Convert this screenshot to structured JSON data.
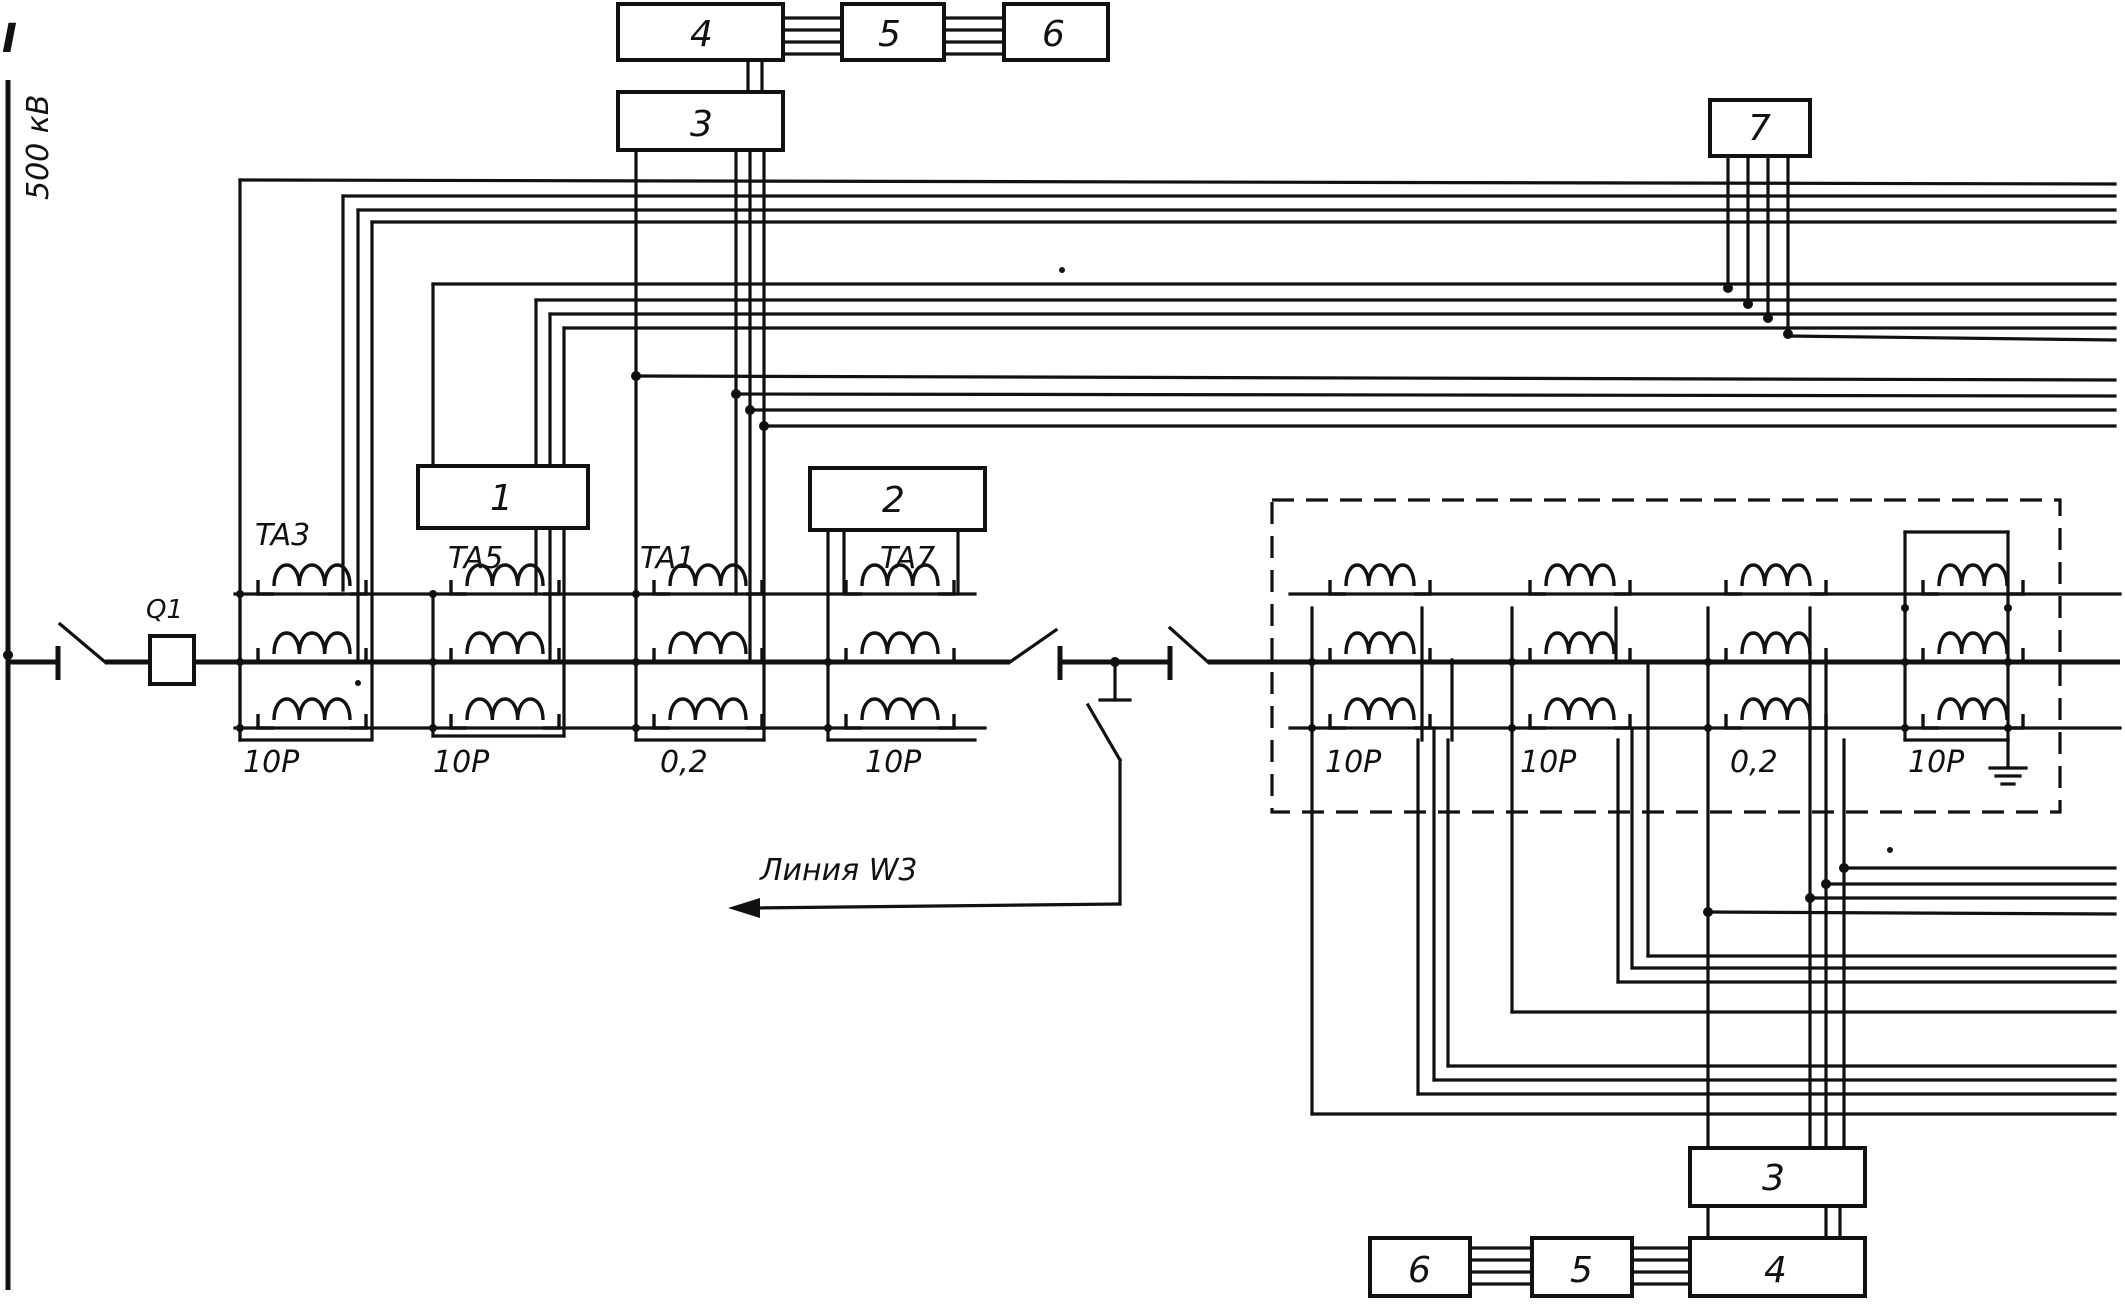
{
  "bus": {
    "id": "I",
    "voltage": "500 кВ"
  },
  "breaker": {
    "label": "Q1"
  },
  "line": {
    "label": "Линия W3"
  },
  "transformers_left": [
    {
      "name": "TA3",
      "cls": "10P"
    },
    {
      "name": "TA5",
      "cls": "10P"
    },
    {
      "name": "TA1",
      "cls": "0,2"
    },
    {
      "name": "TA7",
      "cls": "10P"
    }
  ],
  "transformers_right": [
    {
      "cls": "10P"
    },
    {
      "cls": "10P"
    },
    {
      "cls": "0,2"
    },
    {
      "cls": "10P"
    }
  ],
  "blocks": {
    "b1": "1",
    "b2": "2",
    "b3_top": "3",
    "b4_top": "4",
    "b5_top": "5",
    "b6_top": "6",
    "b7": "7",
    "b3_bot": "3",
    "b4_bot": "4",
    "b5_bot": "5",
    "b6_bot": "6"
  }
}
